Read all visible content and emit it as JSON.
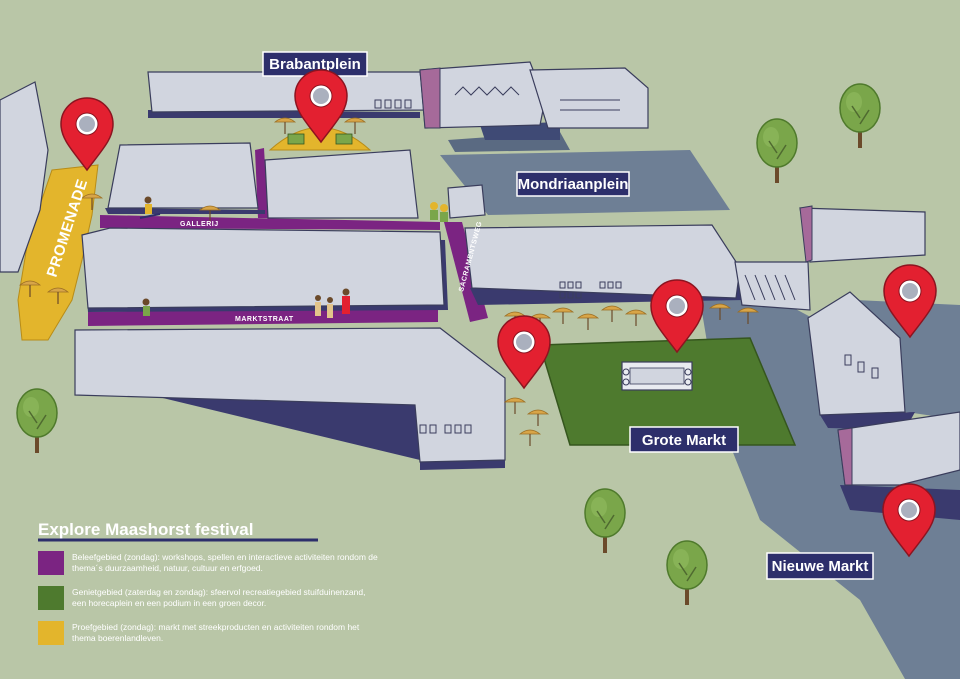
{
  "map": {
    "places": {
      "brabantplein": "Brabantplein",
      "mondriaanplein": "Mondriaanplein",
      "grote_markt": "Grote Markt",
      "nieuwe_markt": "Nieuwe Markt"
    },
    "streets": {
      "promenade": "PROMENADE",
      "gallerij": "GALLERIJ",
      "marktstraat": "MARKTSTRAAT",
      "sacramentsweg": "SACRAMENTSWEG"
    }
  },
  "legend": {
    "title": "Explore Maashorst festival",
    "items": [
      {
        "color": "#7b2482",
        "line1": "Beleefgebied (zondag): workshops, spellen en interactieve activiteiten rondom de",
        "line2": "thema´s duurzaamheid, natuur, cultuur en erfgoed."
      },
      {
        "color": "#4e7a2e",
        "line1": "Genietgebied (zaterdag en zondag): sfeervol recreatiegebied stuifduinenzand,",
        "line2": "een horecaplein en een podium in een groen decor."
      },
      {
        "color": "#e3b52c",
        "line1": "Proefgebied (zondag): markt met streekproducten en activiteiten rondom het",
        "line2": "thema boerenlandleven."
      }
    ]
  },
  "colors": {
    "background": "#b9c6a7",
    "building": "#d1d5df",
    "shadow": "#3a3a6e",
    "road": "#6e7f95",
    "pin": "#e32030",
    "label_bg": "#2d2f6b",
    "purple": "#7b2482",
    "green": "#4e7a2e",
    "yellow": "#e3b52c"
  },
  "icons": [
    "location-pin-icon",
    "tree-icon",
    "parasol-icon",
    "stage-icon",
    "person-icon"
  ]
}
